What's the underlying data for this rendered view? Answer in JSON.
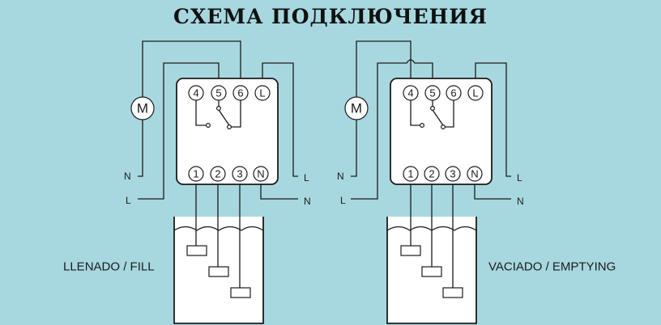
{
  "title": "СХЕМА ПОДКЛЮЧЕНИЯ",
  "motor_label": "M",
  "top_terminals": [
    "4",
    "5",
    "6",
    "L"
  ],
  "bottom_terminals": [
    "1",
    "2",
    "3",
    "N"
  ],
  "line_labels": {
    "neutral": "N",
    "live": "L"
  },
  "left_diagram": {
    "caption": "LLENADO / FILL"
  },
  "right_diagram": {
    "caption": "VACIADO / EMPTYING"
  },
  "colors": {
    "background": "#a7d8df",
    "stroke": "#1b1b1b",
    "panel": "#ffffff"
  }
}
